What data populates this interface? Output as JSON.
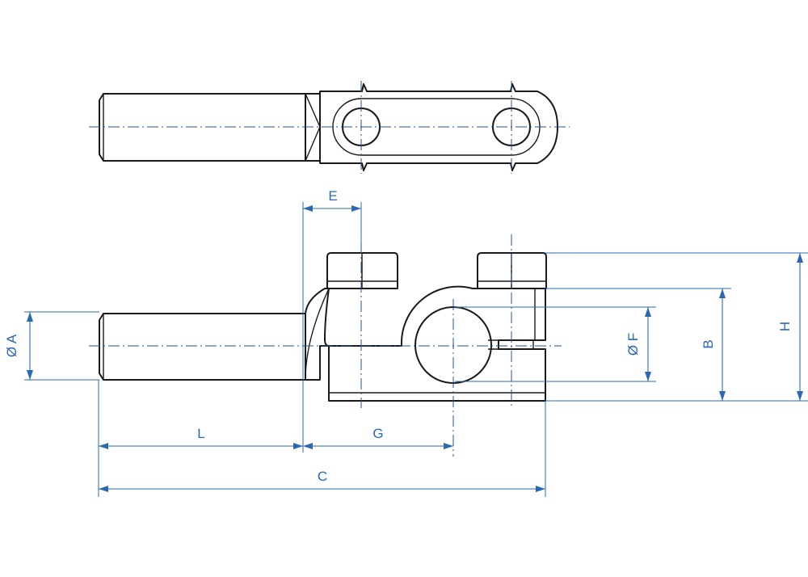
{
  "dimensions": {
    "E": "E",
    "A": "Ø A",
    "L": "L",
    "G": "G",
    "C": "C",
    "F": "Ø F",
    "B": "B",
    "H": "H"
  },
  "colors": {
    "outline": "#1a1a1a",
    "dimension": "#2a68b4",
    "centerline": "#2a4f8f",
    "background": "#ffffff"
  }
}
